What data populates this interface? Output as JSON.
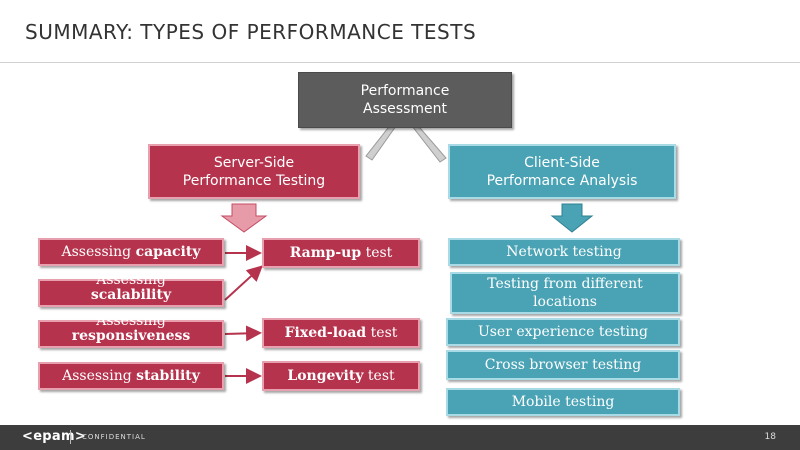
{
  "slide": {
    "title": "SUMMARY: TYPES OF PERFORMANCE TESTS"
  },
  "diagram": {
    "root": {
      "line1": "Performance",
      "line2": "Assessment"
    },
    "server": {
      "line1": "Server-Side",
      "line2": "Performance Testing"
    },
    "client": {
      "line1": "Client-Side",
      "line2": "Performance Analysis"
    },
    "assessing": [
      {
        "pre": "Assessing ",
        "bold": "capacity"
      },
      {
        "pre": "Assessing",
        "bold": "scalability"
      },
      {
        "pre": "Assessing",
        "bold": "responsiveness"
      },
      {
        "pre": "Assessing ",
        "bold": "stability"
      }
    ],
    "tests": [
      {
        "bold": "Ramp-up",
        "post": " test"
      },
      {
        "bold": "Fixed-load",
        "post": " test"
      },
      {
        "bold": "Longevity",
        "post": " test"
      }
    ],
    "client_items": [
      "Network testing",
      "Testing from different locations",
      "User experience testing",
      "Cross browser testing",
      "Mobile testing"
    ]
  },
  "footer": {
    "logo": "<epam>",
    "confidential": "CONFIDENTIAL",
    "page": "18"
  },
  "colors": {
    "server": "#b5334d",
    "client": "#4aa3b5",
    "root": "#5c5c5c"
  }
}
